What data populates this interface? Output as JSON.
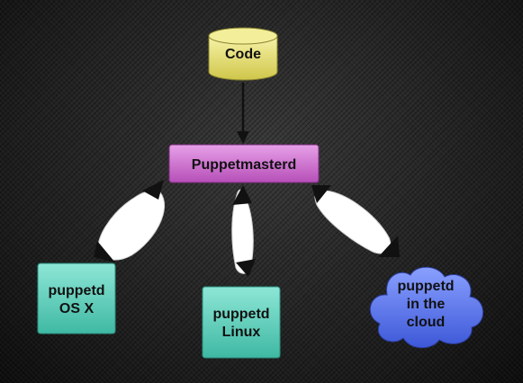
{
  "nodes": {
    "code": {
      "label": "Code"
    },
    "master": {
      "label": "Puppetmasterd"
    },
    "osx": {
      "line1": "puppetd",
      "line2": "OS X"
    },
    "linux": {
      "line1": "puppetd",
      "line2": "Linux"
    },
    "cloud": {
      "line1": "puppetd",
      "line2": "in the",
      "line3": "cloud"
    }
  },
  "colors": {
    "code_fill": "#e8e27a",
    "master_fill": "#cf6fd0",
    "client_fill": "#5fd1bd",
    "cloud_fill": "#5b76f0",
    "connector_fill": "#ffffff",
    "background": "#1b1b1b"
  }
}
